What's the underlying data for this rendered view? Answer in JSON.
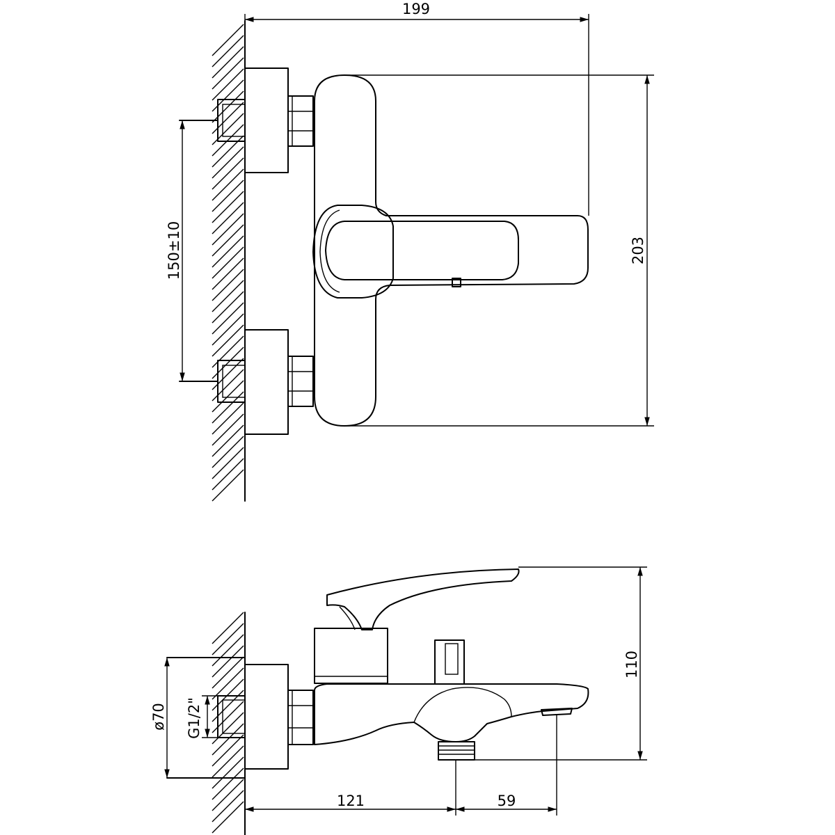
{
  "dimensions": {
    "width_199": "199",
    "height_203": "203",
    "spacing_150": "150±10",
    "height_110": "110",
    "diameter_70": "ø70",
    "thread_g12": "G1/2\"",
    "length_121": "121",
    "length_59": "59"
  },
  "colors": {
    "line": "#000000",
    "background": "#ffffff"
  }
}
